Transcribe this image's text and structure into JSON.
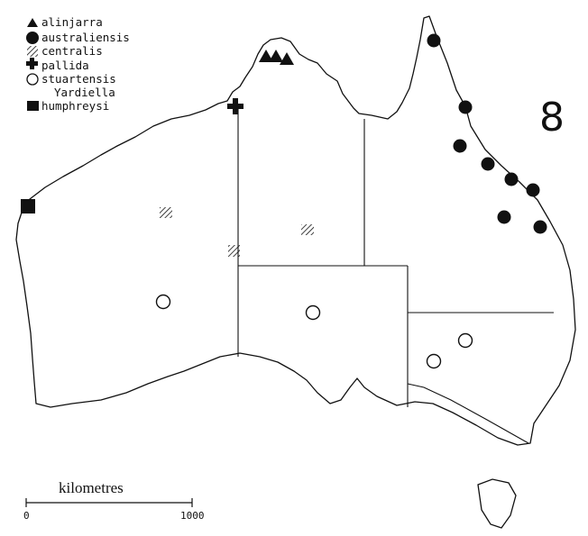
{
  "figure_number": "8",
  "legend": {
    "items": [
      {
        "symbol": "triangle",
        "label": "alinjarra"
      },
      {
        "symbol": "filled-circle",
        "label": "australiensis"
      },
      {
        "symbol": "hatched",
        "label": "centralis"
      },
      {
        "symbol": "cross",
        "label": "pallida"
      },
      {
        "symbol": "open-circle",
        "label": "stuartensis"
      },
      {
        "symbol": "none",
        "label": "Yardiella"
      },
      {
        "symbol": "filled-square",
        "label": "humphreysi"
      }
    ]
  },
  "scale_bar": {
    "title": "kilometres",
    "start_label": "0",
    "end_label": "1000"
  },
  "colors": {
    "ink": "#111111",
    "background": "#ffffff"
  },
  "records": {
    "alinjarra": 3,
    "australiensis": 8,
    "centralis": 3,
    "pallida": 1,
    "stuartensis": 4,
    "humphreysi": 1
  }
}
